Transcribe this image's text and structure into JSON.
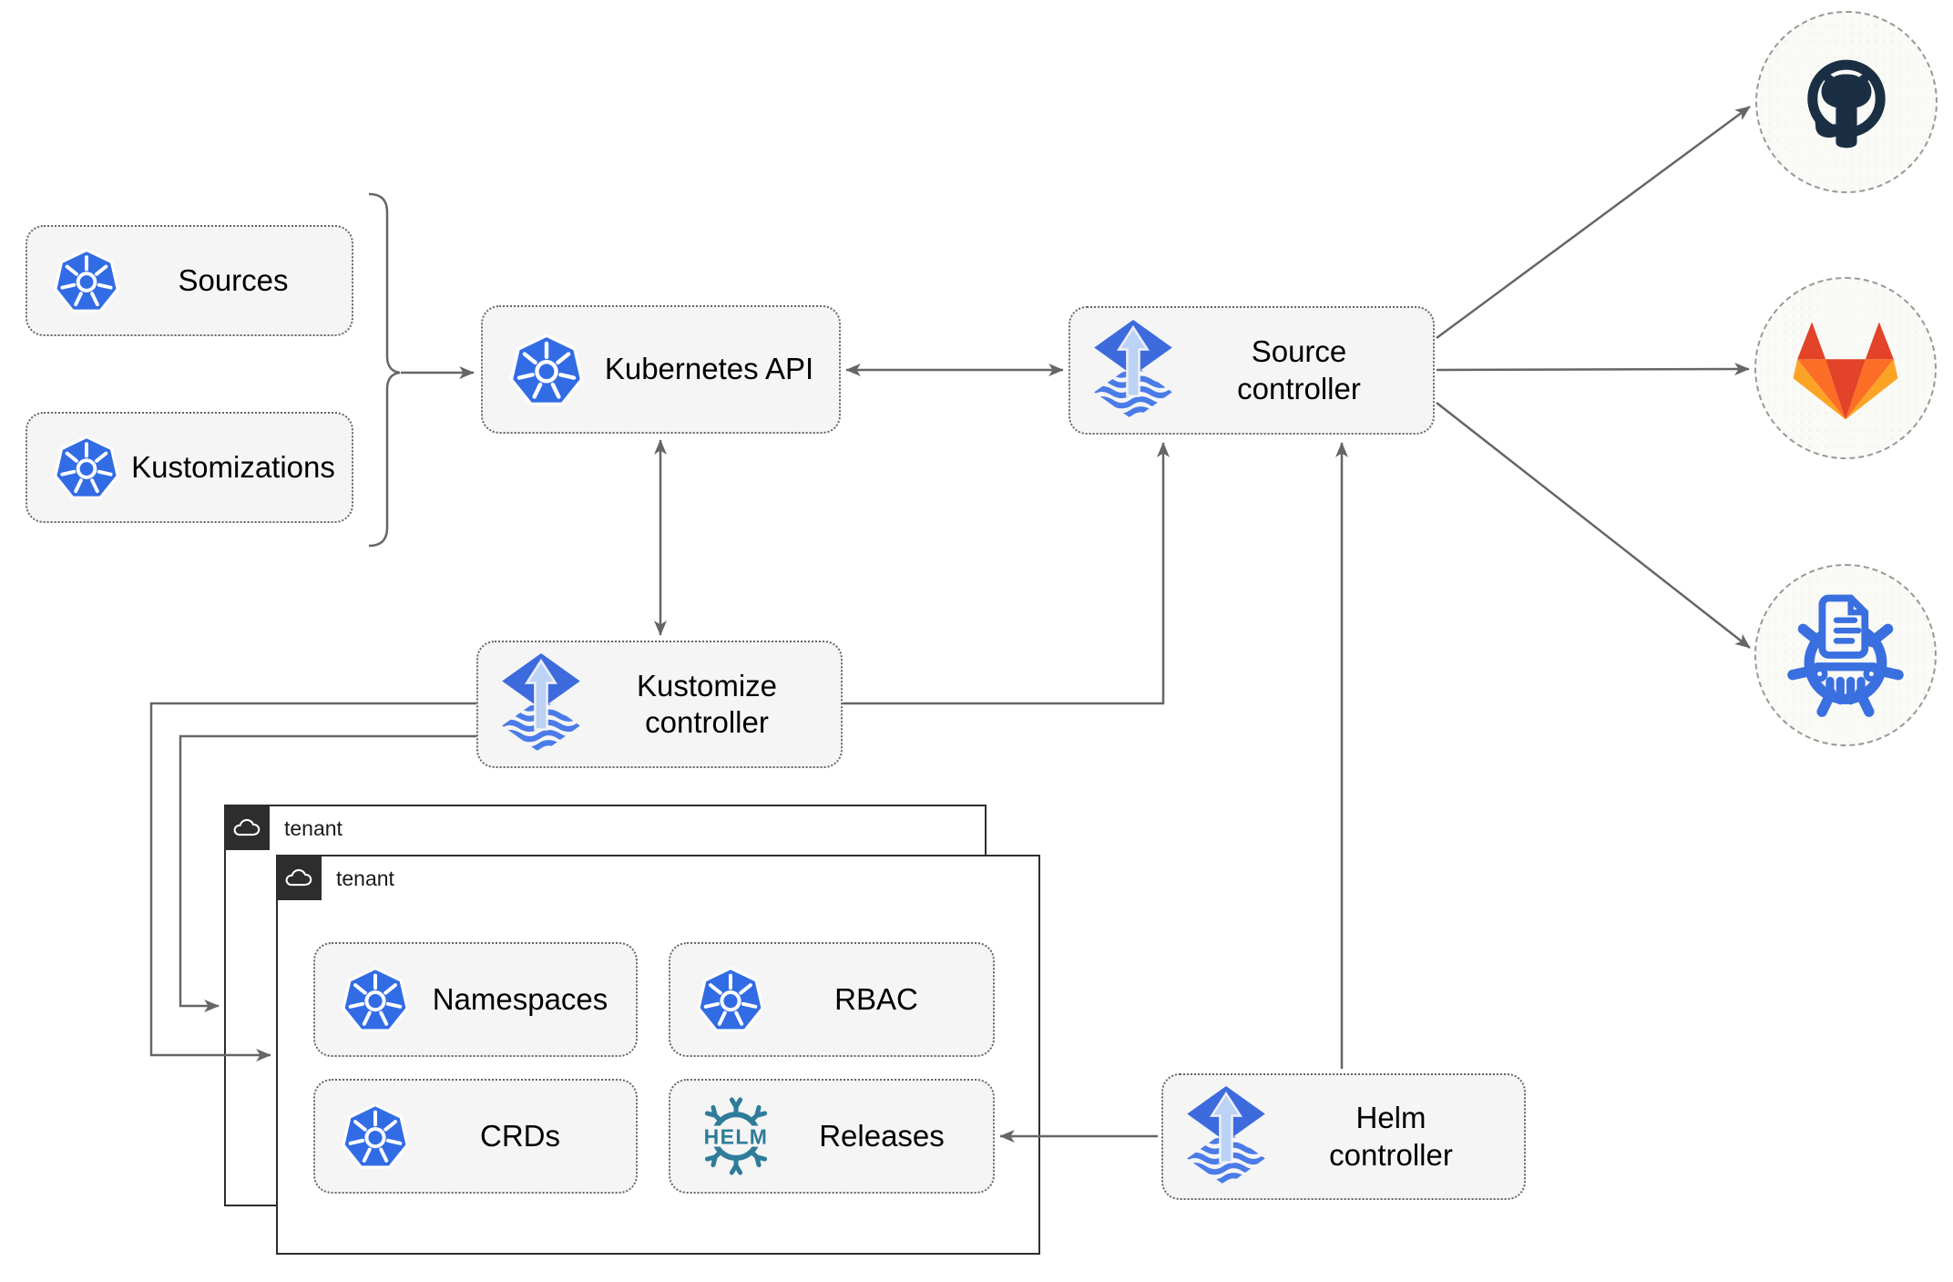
{
  "nodes": {
    "sources": {
      "label": "Sources",
      "icon": "kubernetes"
    },
    "kustomizations": {
      "label": "Kustomizations",
      "icon": "kubernetes"
    },
    "kubernetes_api": {
      "label": "Kubernetes API",
      "icon": "kubernetes"
    },
    "source_controller": {
      "label": "Source controller",
      "icon": "flux"
    },
    "kustomize_controller": {
      "label": "Kustomize controller",
      "icon": "flux"
    },
    "helm_controller": {
      "label": "Helm controller",
      "icon": "flux"
    },
    "tenant_back": {
      "label": "tenant",
      "icon": "cloud"
    },
    "tenant_front": {
      "label": "tenant",
      "icon": "cloud"
    },
    "namespaces": {
      "label": "Namespaces",
      "icon": "kubernetes"
    },
    "rbac": {
      "label": "RBAC",
      "icon": "kubernetes"
    },
    "crds": {
      "label": "CRDs",
      "icon": "kubernetes"
    },
    "releases": {
      "label": "Releases",
      "icon": "helm"
    }
  },
  "endpoints": {
    "github": {
      "icon": "github-logo"
    },
    "gitlab": {
      "icon": "gitlab-logo"
    },
    "chart_registry": {
      "icon": "chart-registry-logo"
    }
  },
  "helm_logo_text": "HELM",
  "colors": {
    "canvas_bg": "#ffffff",
    "box_fill": "#f5f5f5",
    "box_border": "#666666",
    "line": "#666666",
    "text": "#000000",
    "tenant_border": "#2d2d2d",
    "tenant_tab_bg": "#2d2d2d",
    "tenant_label": "#1a1a1a",
    "kubernetes_blue": "#326CE5",
    "flux_blue": "#3D6BDE",
    "flux_wave": "#4A7BE8",
    "flux_light": "#BCD2F6",
    "helm_teal": "#2E7C99",
    "registry_blue": "#3A6FE0",
    "github_dark": "#1B2F44",
    "gitlab_red": "#E24329",
    "gitlab_orange": "#FC6D26",
    "gitlab_amber": "#FCA326",
    "circle_fill": "#FAFAF6",
    "circle_border": "#999999"
  }
}
